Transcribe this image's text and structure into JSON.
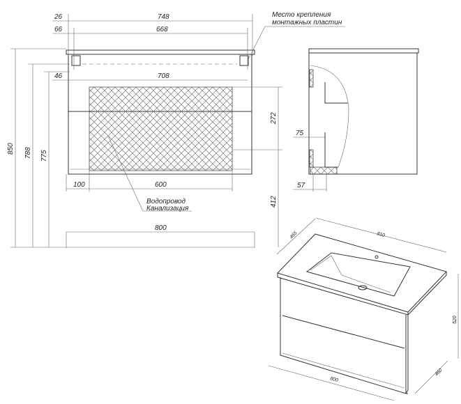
{
  "front_view": {
    "dims": {
      "d748": "748",
      "d26": "26",
      "d668": "668",
      "d66": "66",
      "d708": "708",
      "d46": "46",
      "d272": "272",
      "d412": "412",
      "d100": "100",
      "d600": "600",
      "d800": "800",
      "d850": "850",
      "d788": "788",
      "d775": "775"
    },
    "label_mount_1": "Место крепления",
    "label_mount_2": "монтажных пластин",
    "label_pipes_1": "Водопровод",
    "label_pipes_2": "Канализация"
  },
  "side_view": {
    "dims": {
      "d75": "75",
      "d57": "57"
    }
  },
  "iso_view": {
    "dims": {
      "d465": "465",
      "d810": "810",
      "d520": "520",
      "d460": "460",
      "d800": "800"
    }
  }
}
